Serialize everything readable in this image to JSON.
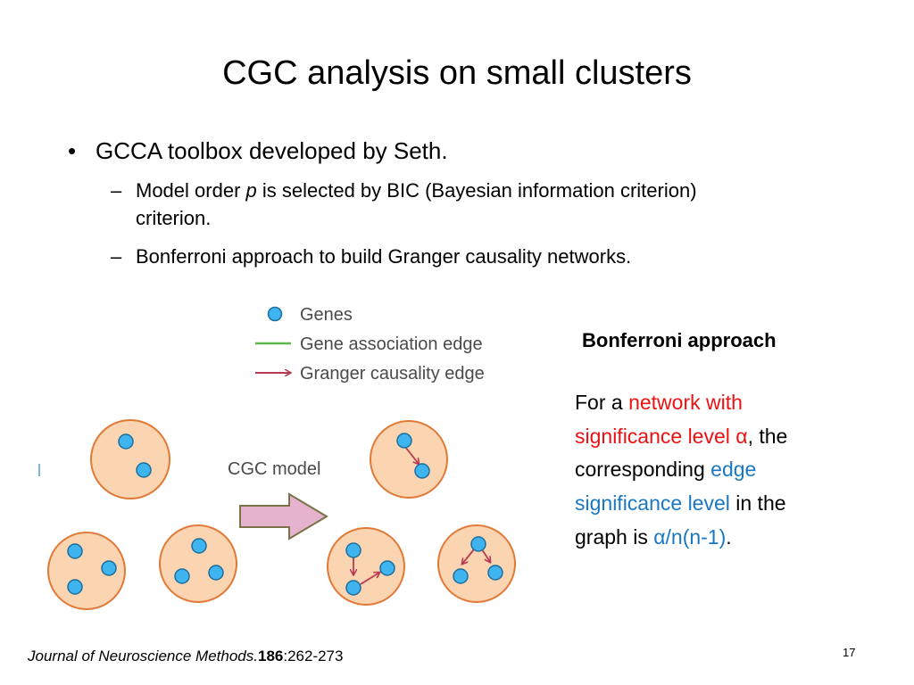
{
  "slide": {
    "title": "CGC analysis on small clusters",
    "bullets": {
      "main": "GCCA toolbox developed by Seth.",
      "sub1_before": "Model order ",
      "sub1_italic": "p",
      "sub1_after": " is selected by BIC (Bayesian information criterion)",
      "sub1_line2": "criterion.",
      "sub2": "Bonferroni approach to build Granger causality networks.",
      "bullet_glyph": "•",
      "dash_glyph": "–"
    },
    "figure": {
      "legend": {
        "genes": "Genes",
        "association_edge": "Gene association edge",
        "causality_edge": "Granger causality edge"
      },
      "model_label": "CGC model"
    },
    "side_panel": {
      "heading": "Bonferroni approach",
      "t1": "For a ",
      "t2": "network with",
      "t3": "significance level ",
      "t4": "α",
      "t5": ", the",
      "t6": "corresponding ",
      "t7": "edge",
      "t8": "significance level",
      "t9": " in the",
      "t10": "graph is ",
      "t11": "α/n(n-1)",
      "t12": "."
    },
    "citation": {
      "journal": "Journal of Neuroscience Methods.",
      "volume": "186",
      "pages": ":262-273"
    },
    "slide_number": "17",
    "colors": {
      "cluster_fill": "#fbd5b1",
      "cluster_stroke": "#e07a36",
      "gene_fill": "#3fb4ee",
      "gene_stroke": "#1d6e9c",
      "association_edge": "#5cb84a",
      "causality_edge": "#b83a52",
      "arrow_fill": "#e6b3cf",
      "arrow_stroke": "#7a7248"
    }
  }
}
